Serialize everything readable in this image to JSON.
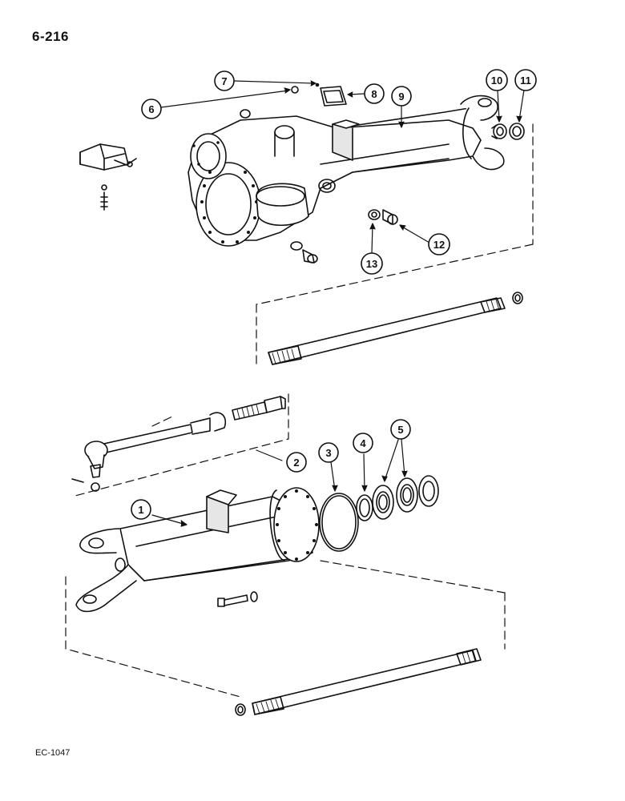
{
  "header": {
    "page_number": "6-216"
  },
  "footer": {
    "code": "EC-1047"
  },
  "callouts": [
    {
      "id": "c1",
      "label": "1"
    },
    {
      "id": "c2",
      "label": "2"
    },
    {
      "id": "c3",
      "label": "3"
    },
    {
      "id": "c4",
      "label": "4"
    },
    {
      "id": "c5",
      "label": "5"
    },
    {
      "id": "c6",
      "label": "6"
    },
    {
      "id": "c7",
      "label": "7"
    },
    {
      "id": "c8",
      "label": "8"
    },
    {
      "id": "c9",
      "label": "9"
    },
    {
      "id": "c10",
      "label": "10"
    },
    {
      "id": "c11",
      "label": "11"
    },
    {
      "id": "c12",
      "label": "12"
    },
    {
      "id": "c13",
      "label": "13"
    }
  ],
  "colors": {
    "ink": "#111111",
    "paper": "#ffffff",
    "shade": "#d9d9d9"
  }
}
